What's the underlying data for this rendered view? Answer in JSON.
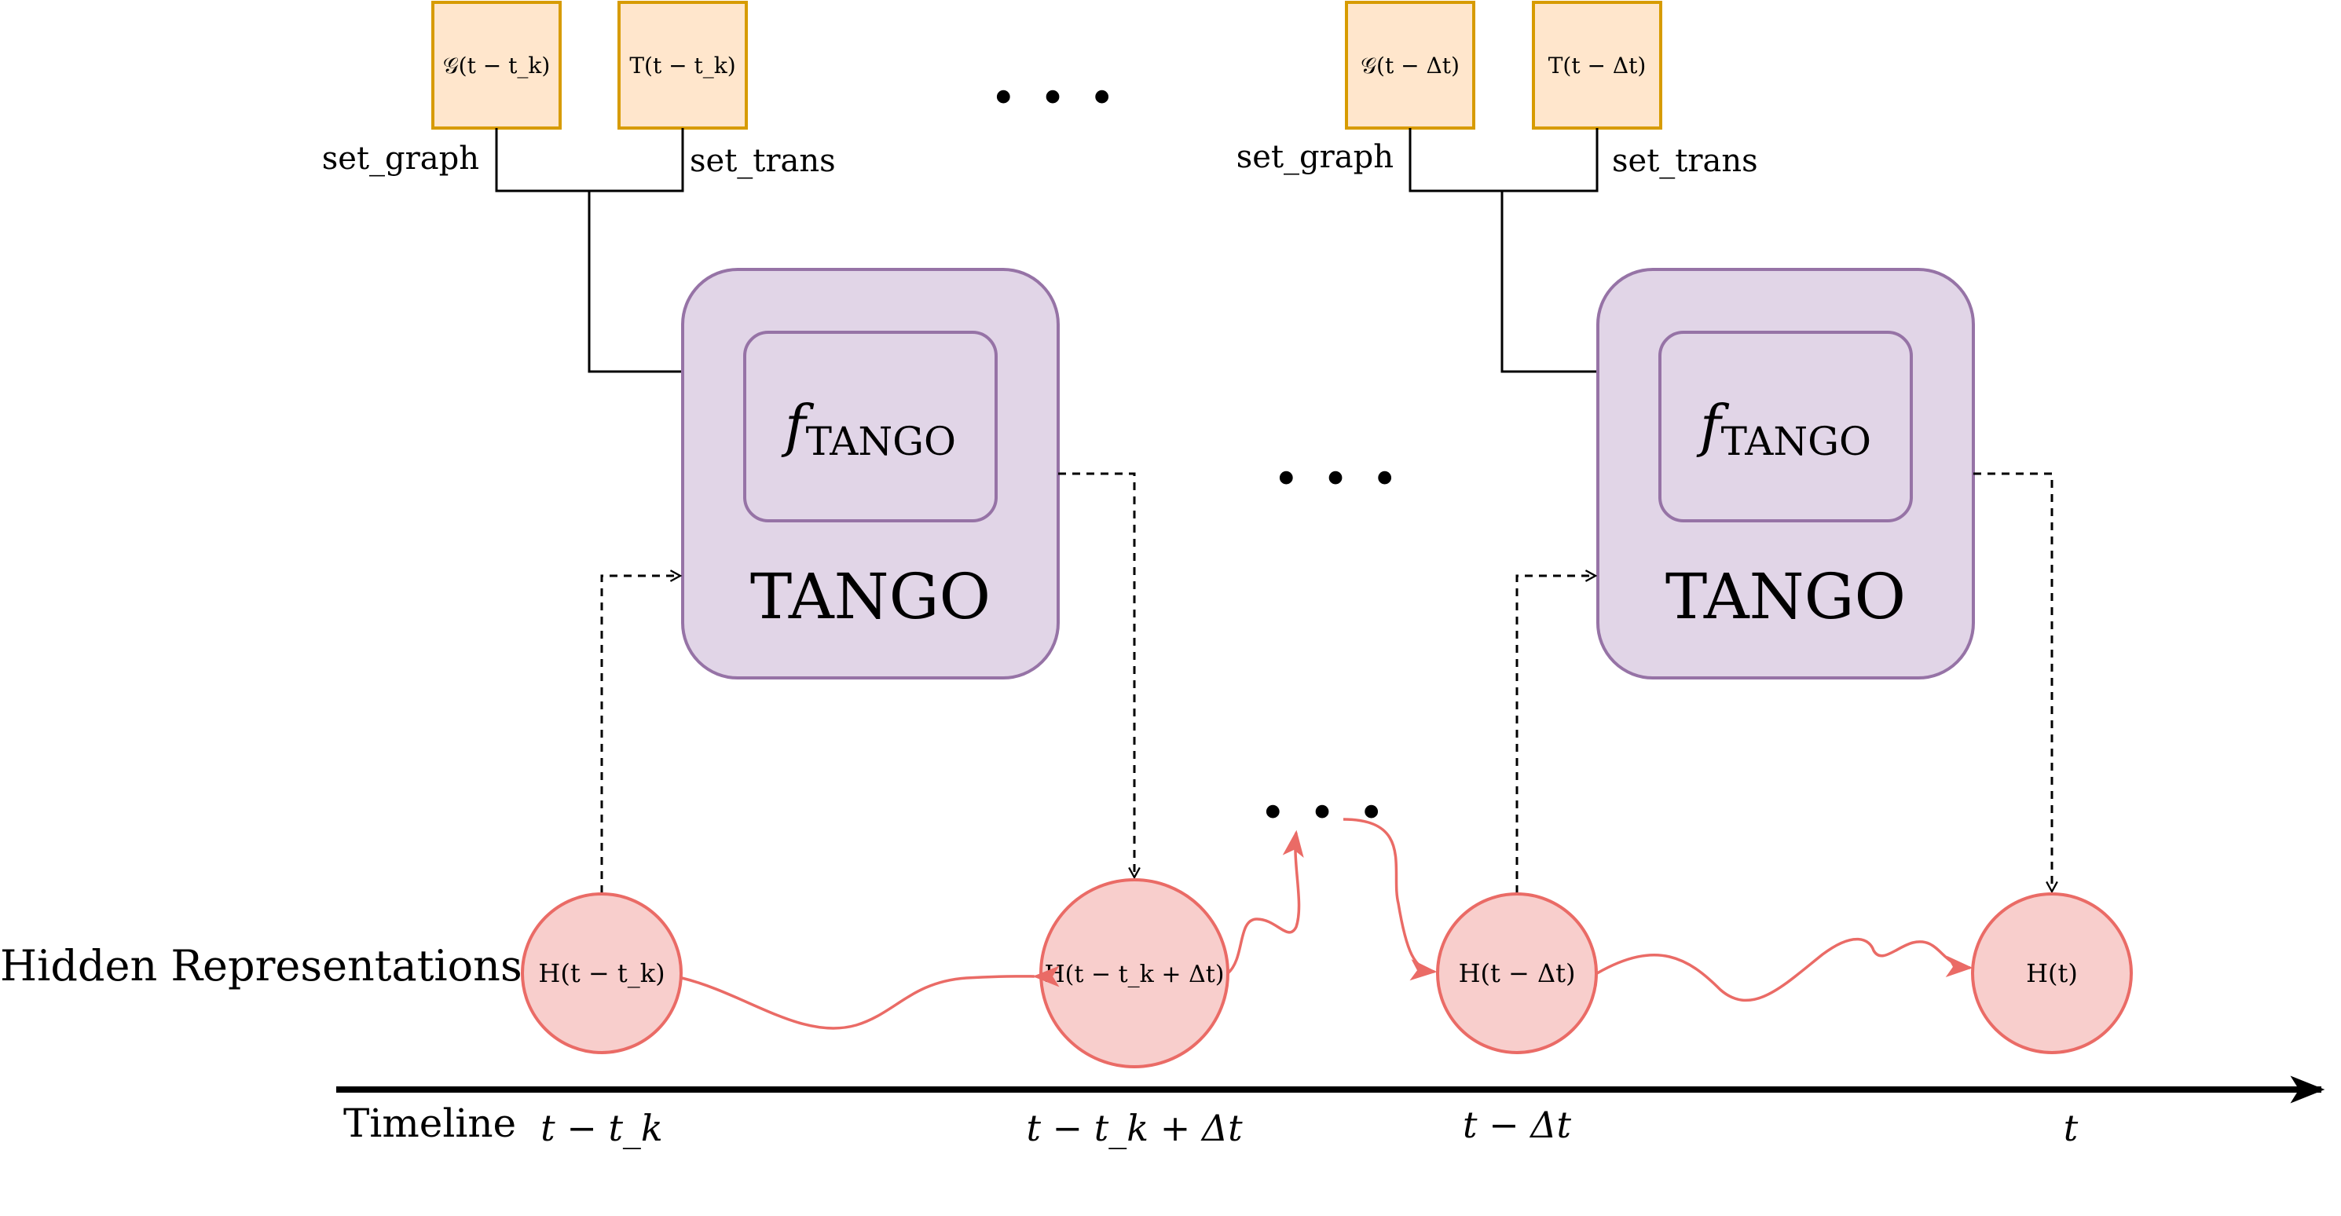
{
  "inputs_left": {
    "graph": "𝒢(t − t_k)",
    "trans": "T(t − t_k)",
    "set_graph": "set_graph",
    "set_trans": "set_trans"
  },
  "inputs_right": {
    "graph": "𝒢(t − Δt)",
    "trans": "T(t − Δt)",
    "set_graph": "set_graph",
    "set_trans": "set_trans"
  },
  "blocks": [
    {
      "title": "TANGO",
      "func_symbol": "f",
      "func_sub": "TANGO"
    },
    {
      "title": "TANGO",
      "func_symbol": "f",
      "func_sub": "TANGO"
    }
  ],
  "ellipsis": ". . .",
  "row_label": "Hidden Representations",
  "nodes": [
    {
      "label": "H(t − t_k)"
    },
    {
      "label": "H(t − t_k + Δt)"
    },
    {
      "label": "H(t − Δt)"
    },
    {
      "label": "H(t)"
    }
  ],
  "timeline": {
    "label": "Timeline",
    "ticks": [
      "t − t_k",
      "t − t_k + Δt",
      "t − Δt",
      "t"
    ]
  },
  "colors": {
    "input_fill": "#FFE6CC",
    "input_stroke": "#D79B00",
    "block_fill": "#E1D5E7",
    "block_stroke": "#9673A6",
    "node_fill": "#F8CECC",
    "node_stroke": "#EA6B66",
    "arrow_red": "#EA6B66"
  }
}
